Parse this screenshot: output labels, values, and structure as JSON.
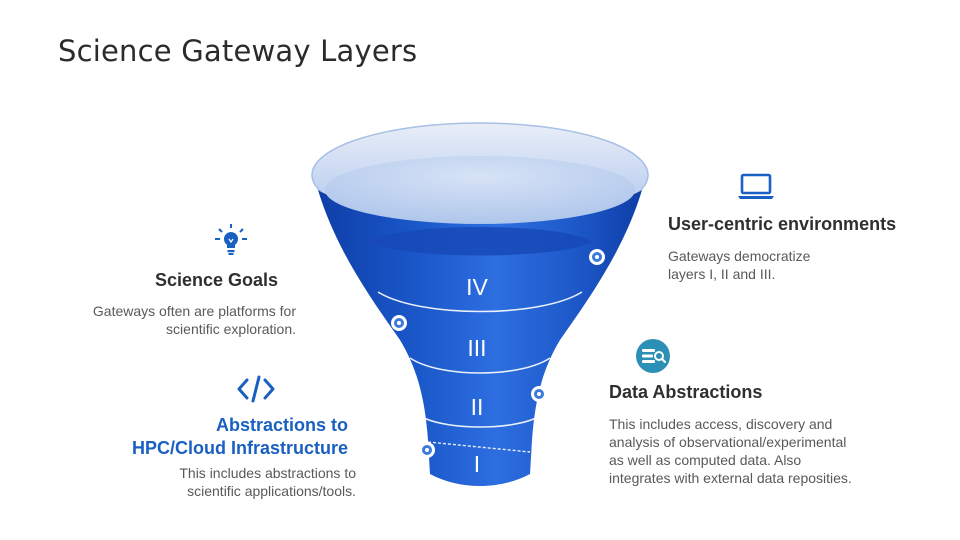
{
  "title": "Science Gateway Layers",
  "layers": [
    "IV",
    "III",
    "II",
    "I"
  ],
  "science_goals": {
    "heading": "Science Goals",
    "desc_line1": "Gateways often are platforms for",
    "desc_line2": "scientific exploration."
  },
  "abstractions": {
    "heading_line1": "Abstractions to",
    "heading_line2": "HPC/Cloud Infrastructure",
    "desc_line1": "This includes abstractions to",
    "desc_line2": "scientific applications/tools."
  },
  "user_centric": {
    "heading": "User-centric environments",
    "desc_line1": "Gateways democratize",
    "desc_line2": "layers I, II and III."
  },
  "data_abstractions": {
    "heading": "Data Abstractions",
    "desc_line1": "This includes access, discovery and",
    "desc_line2": "analysis of observational/experimental",
    "desc_line3": "as well as computed data. Also",
    "desc_line4": "integrates with external data reposities."
  },
  "colors": {
    "funnel_dark": "#1346b4",
    "funnel_light": "#4a86e6",
    "accent_blue": "#1a5fc2",
    "data_icon": "#2c8fb5"
  },
  "icons": [
    "lightbulb-icon",
    "code-icon",
    "laptop-icon",
    "data-search-icon"
  ]
}
